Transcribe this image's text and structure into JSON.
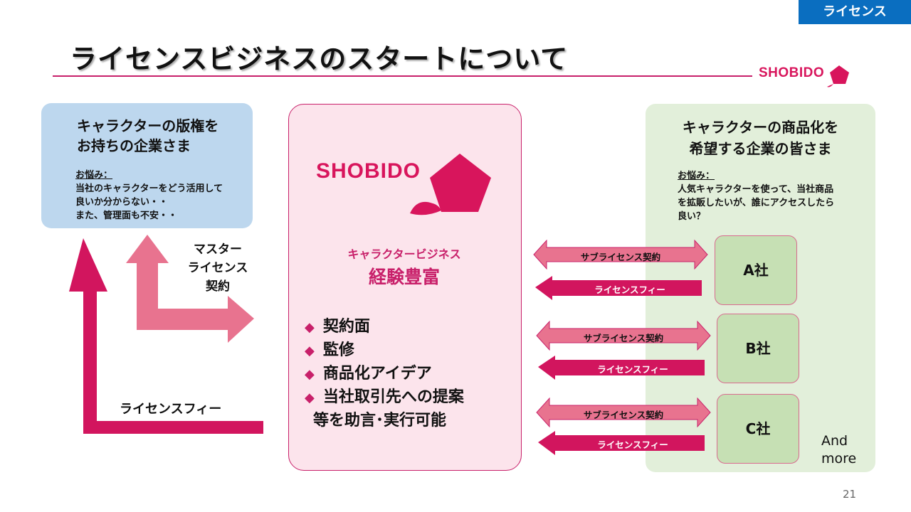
{
  "tag": "ライセンス",
  "title": "ライセンスビジネスのスタートについて",
  "logo": {
    "text": "SHOBIDO"
  },
  "left_box": {
    "heading_line1": "キャラクターの版権を",
    "heading_line2": "お持ちの企業さま",
    "worry_label": "お悩み：",
    "worry_line1": "当社のキャラクターをどう活用して",
    "worry_line2": "良いか分からない・・",
    "worry_line3": "また、管理面も不安・・"
  },
  "middle_box": {
    "logo_text": "SHOBIDO",
    "subtitle": "キャラクタービジネス",
    "main": "経験豊富",
    "items": [
      "契約面",
      "監修",
      "商品化アイデア",
      "当社取引先への提案"
    ],
    "closing": "等を助言･実行可能"
  },
  "right_box": {
    "heading_line1": "キャラクターの商品化を",
    "heading_line2": "希望する企業の皆さま",
    "worry_label": "お悩み：",
    "worry_line1": "人気キャラクターを使って、当社商品",
    "worry_line2": "を拡販したいが、誰にアクセスしたら",
    "worry_line3": "良い？"
  },
  "master_license": {
    "line1": "マスター",
    "line2": "ライセンス",
    "line3": "契約"
  },
  "license_fee": "ライセンスフィー",
  "companies": [
    {
      "name": "A社",
      "sublicense": "サブライセンス契約",
      "fee": "ライセンスフィー"
    },
    {
      "name": "B社",
      "sublicense": "サブライセンス契約",
      "fee": "ライセンスフィー"
    },
    {
      "name": "C社",
      "sublicense": "サブライセンス契約",
      "fee": "ライセンスフィー"
    }
  ],
  "and_more_line1": "And",
  "and_more_line2": "more",
  "page_number": "21",
  "colors": {
    "accent": "#c8206a",
    "tag_blue": "#0a6ec0",
    "logo_pink": "#d8155c",
    "left_box": "#bdd7ee",
    "middle_box": "#fce4ec",
    "right_box": "#e2efda",
    "company_box": "#c6e0b4",
    "light_arrow": "#e8738f",
    "dark_arrow": "#d2155e"
  }
}
